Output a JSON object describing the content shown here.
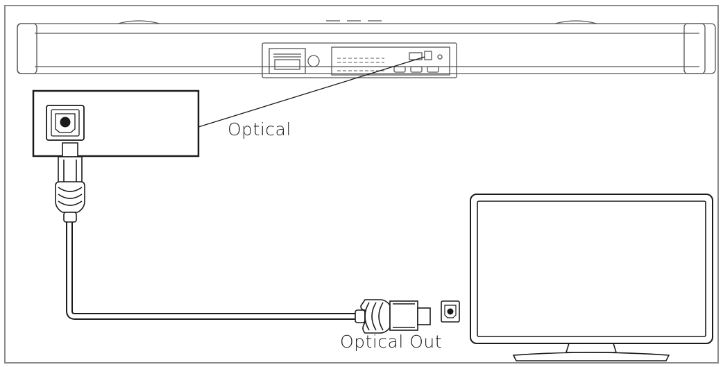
{
  "labels": {
    "soundbar_input": "Optical",
    "tv_output": "Optical Out"
  },
  "icons": [
    "soundbar-illustration",
    "optical-port-icon",
    "optical-plug-icon",
    "optical-cable",
    "tv-illustration"
  ],
  "colors": {
    "line": "#1a1a1a",
    "background": "#ffffff",
    "frame": "#8a8a8a"
  }
}
